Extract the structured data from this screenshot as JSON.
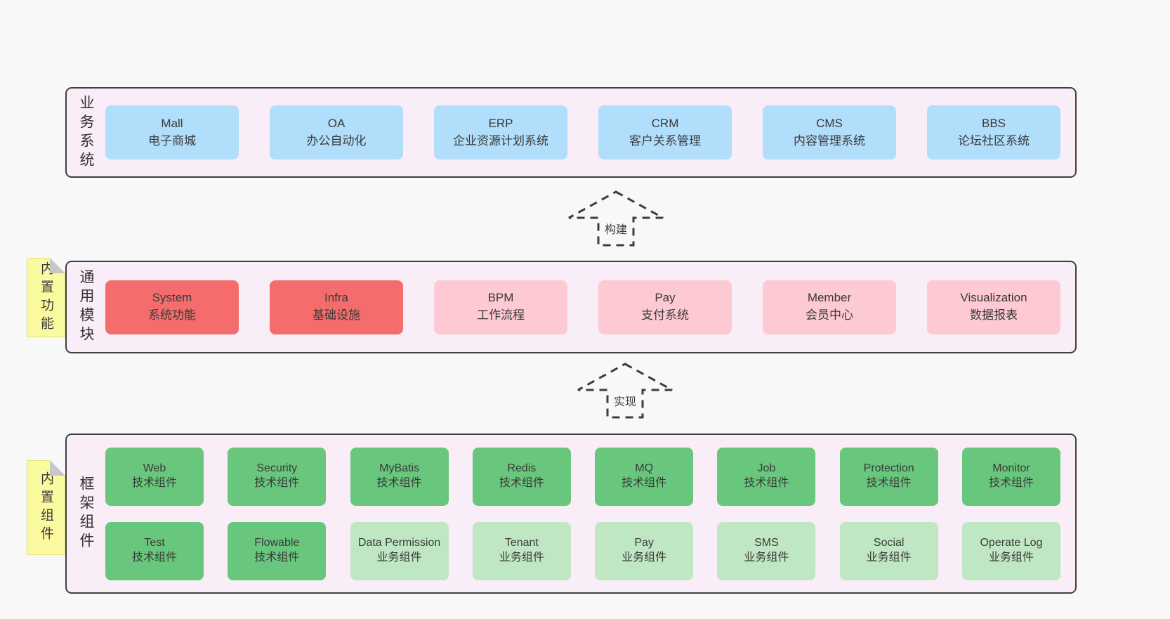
{
  "diagram": {
    "arrows": [
      {
        "label": "构建"
      },
      {
        "label": "实现"
      }
    ],
    "layers": {
      "business": {
        "label": "业务系统",
        "boxes": [
          {
            "en": "Mall",
            "zh": "电子商城"
          },
          {
            "en": "OA",
            "zh": "办公自动化"
          },
          {
            "en": "ERP",
            "zh": "企业资源计划系统"
          },
          {
            "en": "CRM",
            "zh": "客户关系管理"
          },
          {
            "en": "CMS",
            "zh": "内容管理系统"
          },
          {
            "en": "BBS",
            "zh": "论坛社区系统"
          }
        ]
      },
      "modules": {
        "label": "通用模块",
        "note": "内置功能",
        "boxes": [
          {
            "en": "System",
            "zh": "系统功能"
          },
          {
            "en": "Infra",
            "zh": "基础设施"
          },
          {
            "en": "BPM",
            "zh": "工作流程"
          },
          {
            "en": "Pay",
            "zh": "支付系统"
          },
          {
            "en": "Member",
            "zh": "会员中心"
          },
          {
            "en": "Visualization",
            "zh": "数据报表"
          }
        ]
      },
      "framework": {
        "label": "框架组件",
        "note": "内置组件",
        "row1": [
          {
            "en": "Web",
            "zh": "技术组件"
          },
          {
            "en": "Security",
            "zh": "技术组件"
          },
          {
            "en": "MyBatis",
            "zh": "技术组件"
          },
          {
            "en": "Redis",
            "zh": "技术组件"
          },
          {
            "en": "MQ",
            "zh": "技术组件"
          },
          {
            "en": "Job",
            "zh": "技术组件"
          },
          {
            "en": "Protection",
            "zh": "技术组件"
          },
          {
            "en": "Monitor",
            "zh": "技术组件"
          }
        ],
        "row2": [
          {
            "en": "Test",
            "zh": "技术组件"
          },
          {
            "en": "Flowable",
            "zh": "技术组件"
          },
          {
            "en": "Data Permission",
            "zh": "业务组件"
          },
          {
            "en": "Tenant",
            "zh": "业务组件"
          },
          {
            "en": "Pay",
            "zh": "业务组件"
          },
          {
            "en": "SMS",
            "zh": "业务组件"
          },
          {
            "en": "Social",
            "zh": "业务组件"
          },
          {
            "en": "Operate Log",
            "zh": "业务组件"
          }
        ]
      }
    },
    "colors": {
      "page_bg": "#f8f8f8",
      "layer_bg": "#f9edf7",
      "layer_border": "#3f3f3f",
      "blue": "#b1defa",
      "red": "#f56c6c",
      "pink": "#fdc9d3",
      "green_dark": "#68c77c",
      "green_light": "#c0e7c4",
      "note_yellow": "#fbfa9e",
      "text": "#3a3a3a"
    }
  }
}
